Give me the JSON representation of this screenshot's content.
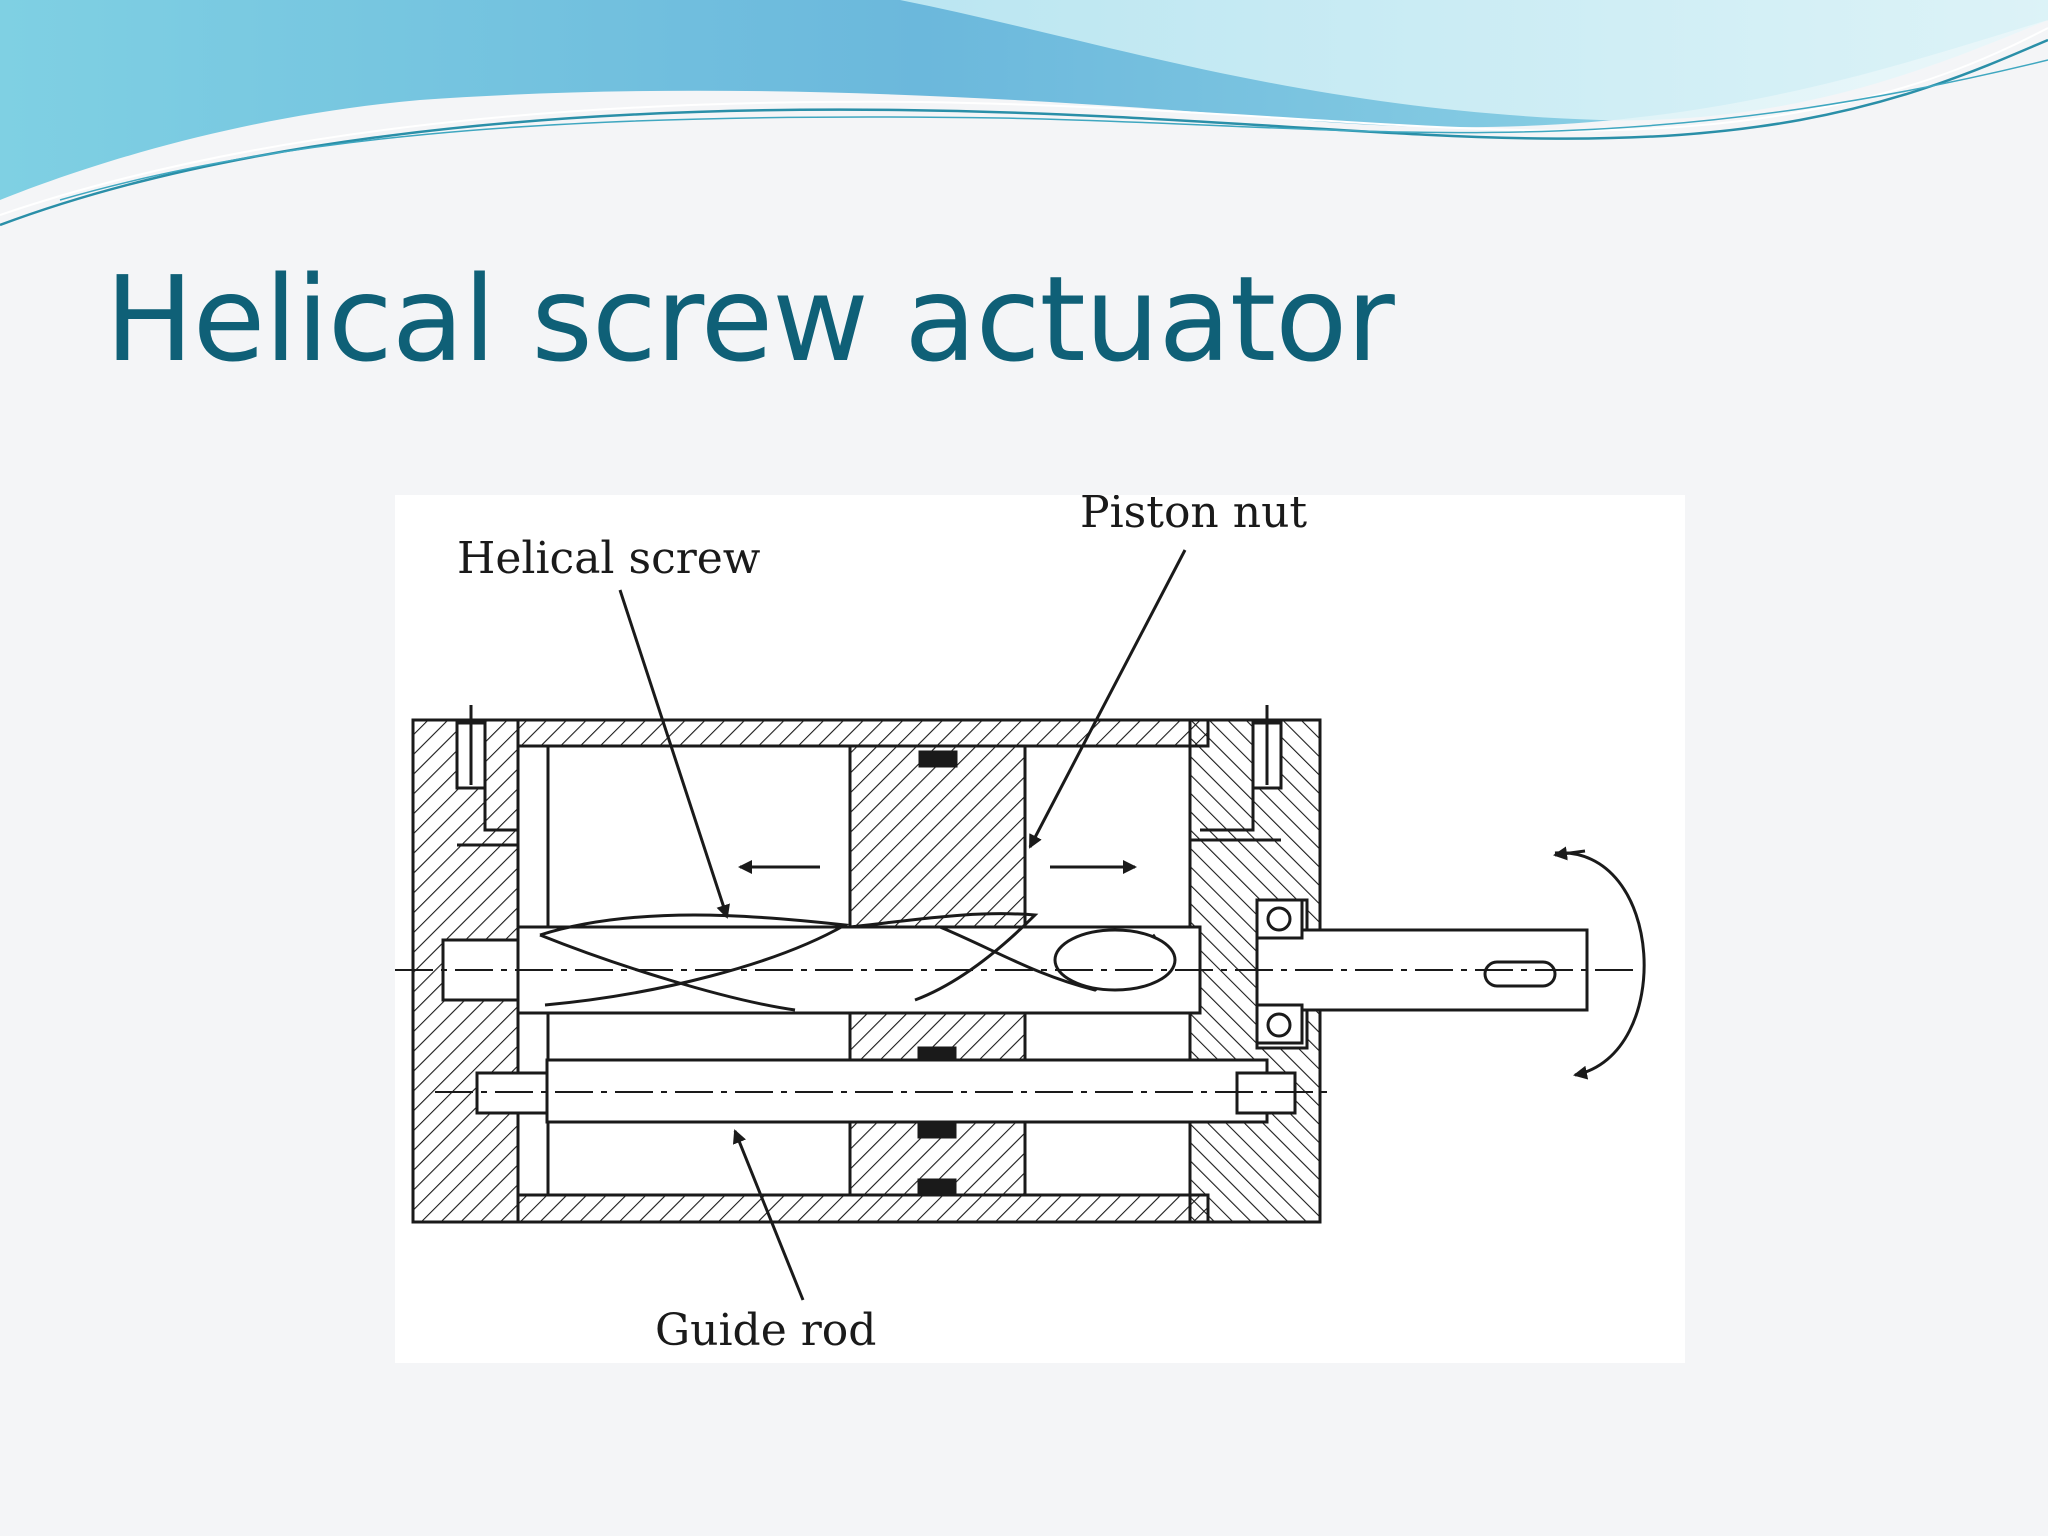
{
  "slide": {
    "title": "Helical screw actuator"
  },
  "colors": {
    "title": "#0f6077",
    "banner_dark": "#5eb3d6",
    "banner_light": "#8fd6e6",
    "banner_stroke": "#2a8fa8",
    "ink": "#1a1a1a"
  },
  "figure": {
    "labels": {
      "helical_screw": "Helical screw",
      "piston_nut": "Piston nut",
      "guide_rod": "Guide rod"
    }
  }
}
